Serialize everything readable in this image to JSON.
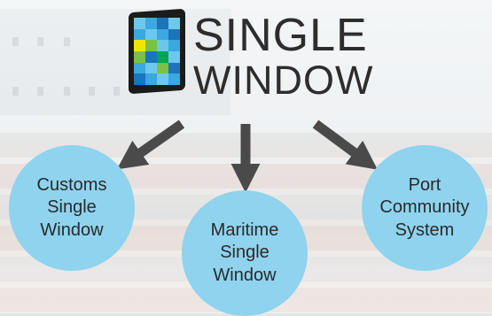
{
  "logo": {
    "line1": "SINGLE",
    "line2": "WINDOW",
    "frame_color": "#1b1b1b",
    "tile_colors": [
      "#7ac143",
      "#39a9e0",
      "#1c74bb",
      "#6dc8ed",
      "#f2e500",
      "#00a651"
    ]
  },
  "nodes": {
    "customs": {
      "line1": "Customs",
      "line2": "Single",
      "line3": "Window"
    },
    "maritime": {
      "line1": "Maritime",
      "line2": "Single",
      "line3": "Window"
    },
    "port": {
      "line1": "Port",
      "line2": "Community",
      "line3": "System"
    }
  },
  "colors": {
    "bubble": "#8fd3ee",
    "arrow": "#4a4a4a",
    "text": "#2a2a2a"
  }
}
